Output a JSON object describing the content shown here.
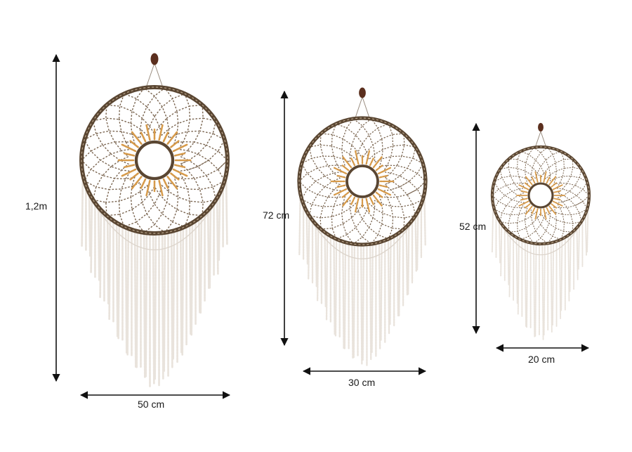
{
  "product": {
    "accent_colors": {
      "hoop": "#5a4632",
      "net": "#7a6550",
      "center_beads": "#d69a4a",
      "fringe": "#e9e3dc",
      "hook": "#5b2f1e",
      "arrows": "#111111"
    }
  },
  "items": [
    {
      "size": "large",
      "height_label": "1,2m",
      "width_label": "50 cm"
    },
    {
      "size": "medium",
      "height_label": "72 cm",
      "width_label": "30 cm"
    },
    {
      "size": "small",
      "height_label": "52 cm",
      "width_label": "20 cm"
    }
  ]
}
